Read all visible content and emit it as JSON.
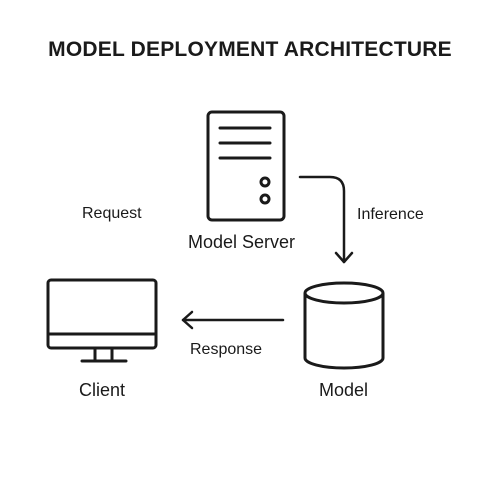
{
  "diagram": {
    "title": "MODEL DEPLOYMENT ARCHITECTURE",
    "nodes": {
      "server": "Model Server",
      "model": "Model",
      "client": "Client"
    },
    "edges": {
      "request": "Request",
      "inference": "Inference",
      "response": "Response"
    },
    "icons": {
      "server": "server-icon",
      "model": "database-cylinder-icon",
      "client": "monitor-icon"
    },
    "colors": {
      "stroke": "#1a1a1a",
      "background": "#ffffff"
    }
  }
}
